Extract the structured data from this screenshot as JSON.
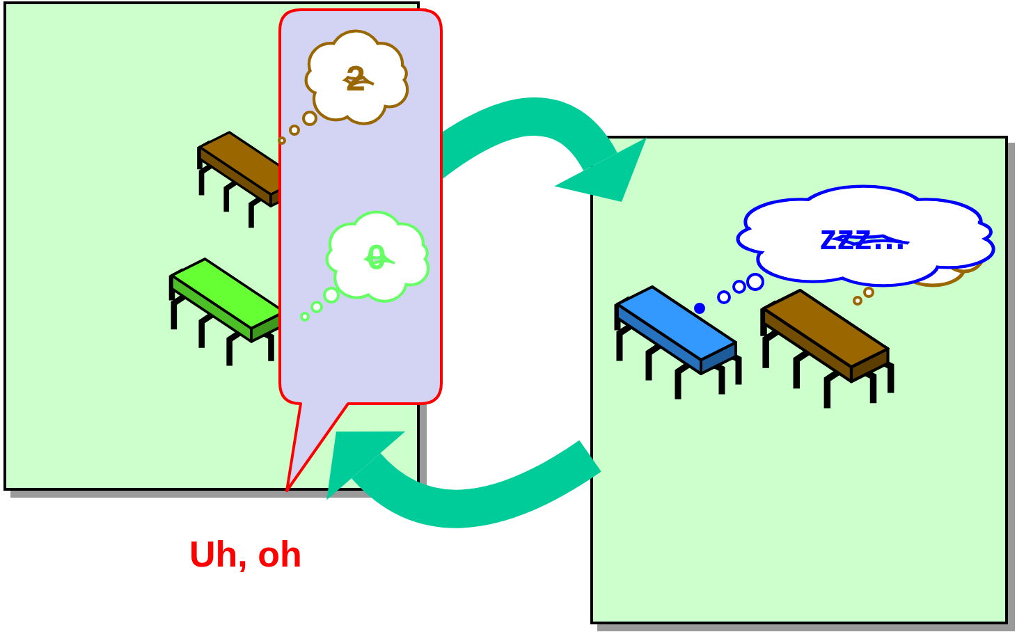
{
  "diagram": {
    "nodes": [
      {
        "text": []
      },
      {
        "text": [
          "2"
        ],
        "in": 0
      },
      {
        "text": [
          "0"
        ],
        "in": 0
      },
      {
        "text": []
      },
      {
        "text": [
          "zzz…"
        ],
        "in": 3
      }
    ],
    "edges": [
      {
        "from": 0,
        "to": 3,
        "arrow": "to"
      },
      {
        "from": 3,
        "to": 0,
        "arrow": "to"
      }
    ],
    "labels": [
      "Uh, oh"
    ]
  }
}
